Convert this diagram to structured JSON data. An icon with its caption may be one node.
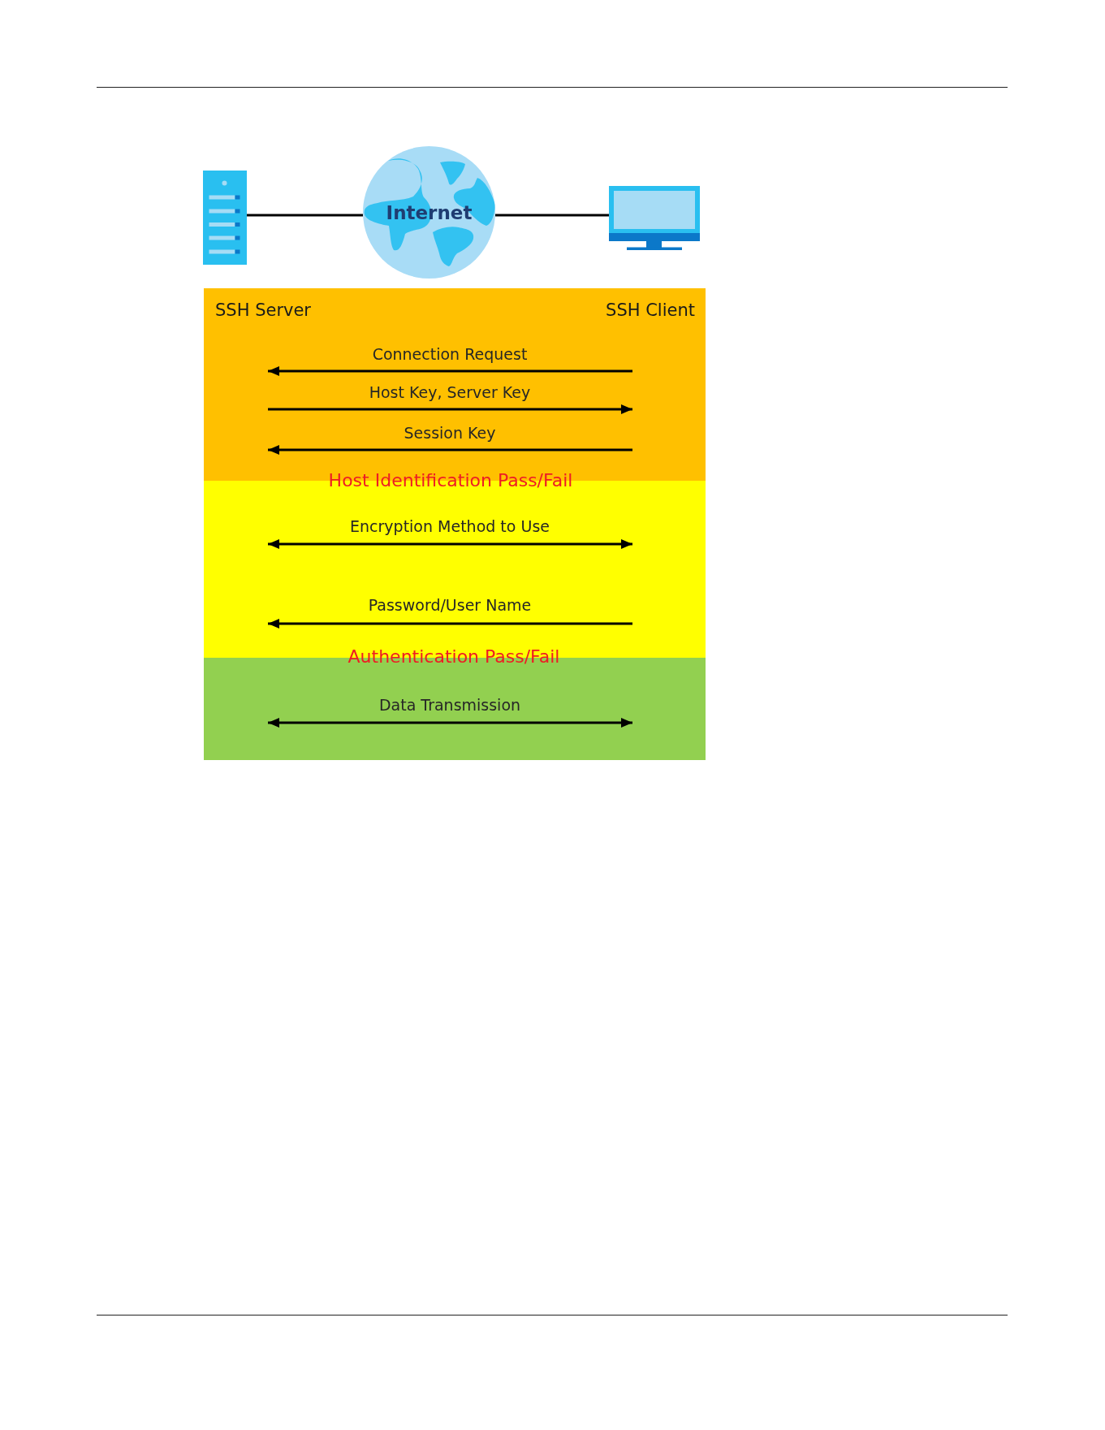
{
  "diagram": {
    "nodes": [
      {
        "text": [],
        "shape": "picture"
      },
      {
        "text": [
          "Internet"
        ]
      },
      {
        "text": [],
        "shape": "picture"
      },
      {
        "text": [
          "SSH Server",
          "SSH Client"
        ]
      },
      {
        "text": [],
        "shape": "box"
      },
      {
        "text": [],
        "shape": "box"
      }
    ],
    "edges": [
      {
        "from": 0,
        "to": 1,
        "arrow": "none"
      },
      {
        "from": 1,
        "to": 2,
        "arrow": "none"
      }
    ],
    "labels": [
      "Connection Request",
      "Host Key, Server Key",
      "Session Key",
      "Host Identification Pass/Fail",
      "Encryption Method to Use",
      "Password/User Name",
      "Authentication Pass/Fail",
      "Data Transmission"
    ]
  }
}
